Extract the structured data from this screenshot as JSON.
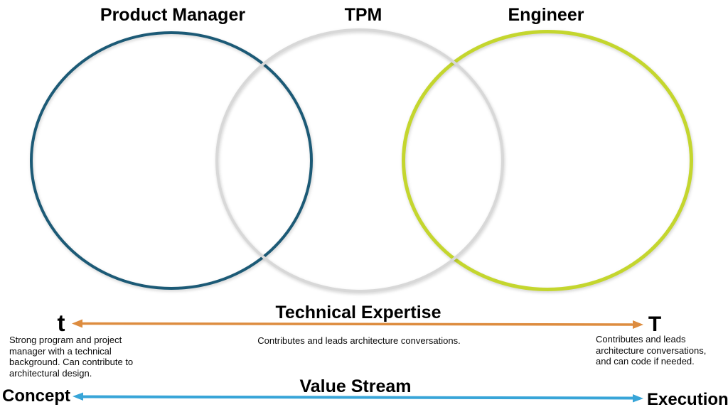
{
  "diagram": {
    "circles": [
      {
        "label": "Product Manager",
        "color": "#1c5a76"
      },
      {
        "label": "TPM",
        "color": "#d8d8d8"
      },
      {
        "label": "Engineer",
        "color": "#c4d62e"
      }
    ],
    "technical_expertise": {
      "title": "Technical Expertise",
      "arrow_color": "#dd8c3f",
      "left_marker": "t",
      "right_marker": "T",
      "left_note": "Strong program and project manager with a technical background. Can contribute to architectural design.",
      "center_note": "Contributes and leads architecture conversations.",
      "right_note": "Contributes and leads architecture conversations, and can code if needed."
    },
    "value_stream": {
      "title": "Value Stream",
      "arrow_color": "#38a5d8",
      "left_label": "Concept",
      "right_label": "Execution"
    }
  }
}
